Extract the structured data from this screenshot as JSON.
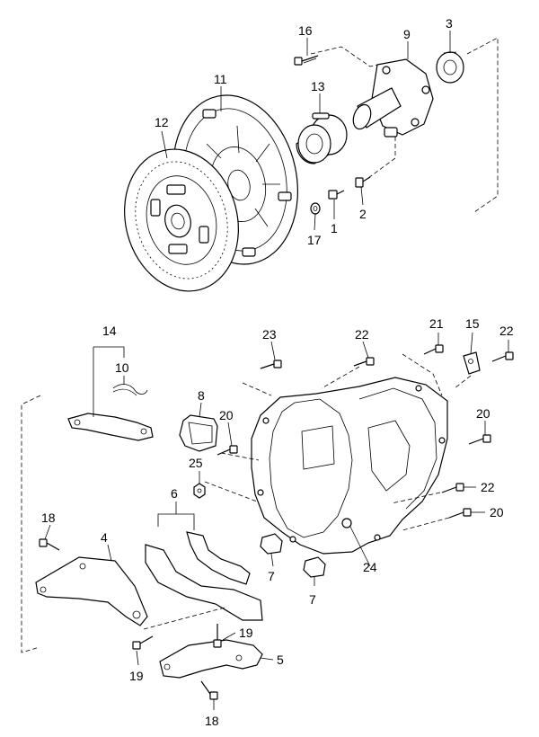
{
  "callouts": {
    "c1": "1",
    "c2": "2",
    "c3": "3",
    "c4": "4",
    "c5": "5",
    "c6": "6",
    "c7a": "7",
    "c7b": "7",
    "c8": "8",
    "c9": "9",
    "c10": "10",
    "c11": "11",
    "c12": "12",
    "c13": "13",
    "c14": "14",
    "c15": "15",
    "c16": "16",
    "c17": "17",
    "c18a": "18",
    "c18b": "18",
    "c19a": "19",
    "c19b": "19",
    "c20a": "20",
    "c20b": "20",
    "c20c": "20",
    "c21": "21",
    "c22a": "22",
    "c22b": "22",
    "c22c": "22",
    "c23": "23",
    "c24": "24",
    "c25": "25"
  },
  "colors": {
    "line": "#000000",
    "background": "#ffffff"
  }
}
